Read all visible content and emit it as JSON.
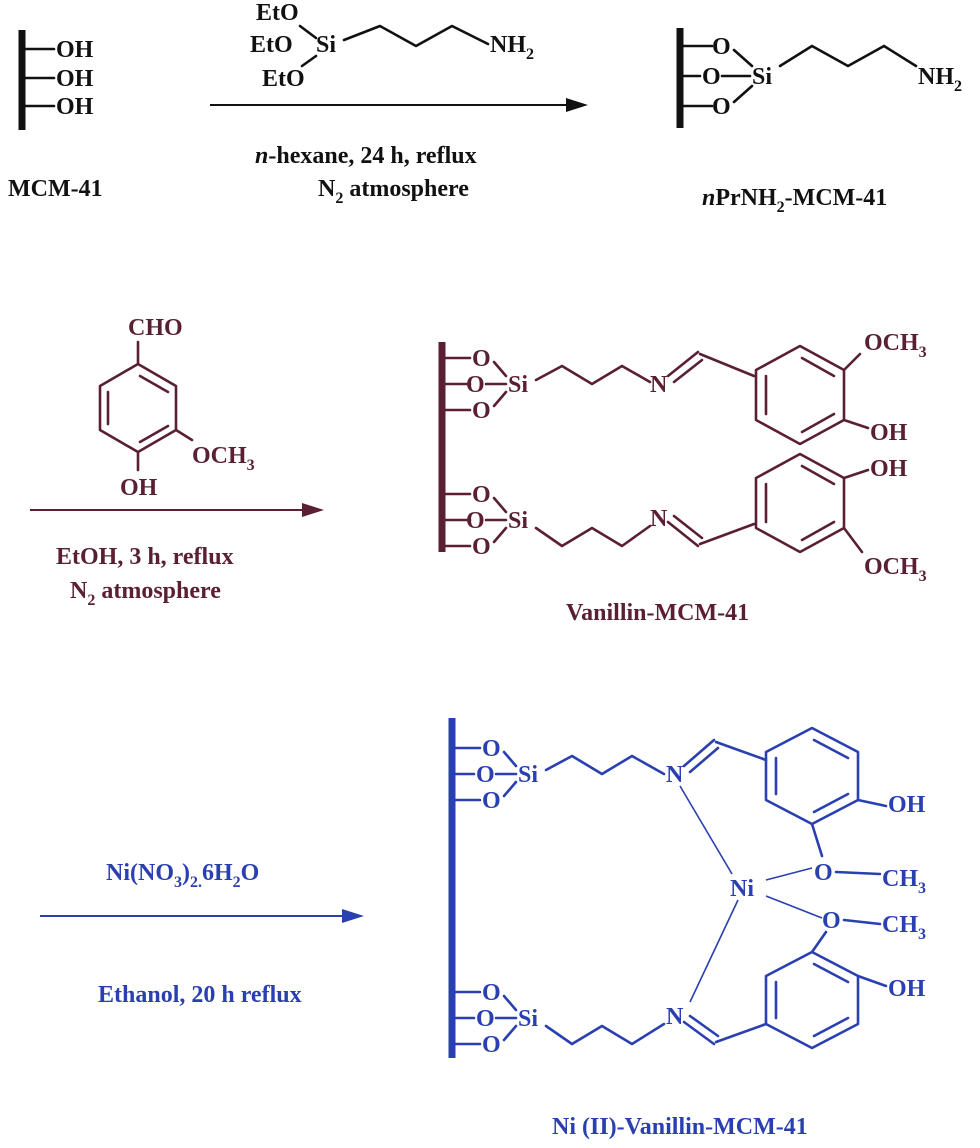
{
  "colors": {
    "step1": "#111111",
    "step2": "#5a1f33",
    "step3": "#2a3fb0"
  },
  "step1": {
    "reactant": {
      "oh": "OH",
      "name": "MCM-41"
    },
    "reagent": {
      "eto": "EtO",
      "si": "Si",
      "nh2": "NH",
      "nh2_sub": "2"
    },
    "conditions": {
      "solvent_prefix": "n",
      "line1_rest": "-hexane, 24 h, reflux",
      "line2_n": "N",
      "line2_sub": "2",
      "line2_rest": " atmosphere"
    },
    "product": {
      "o": "O",
      "si": "Si",
      "nh2": "NH",
      "nh2_sub": "2",
      "name_prefix": "n",
      "name_mid": "PrNH",
      "name_sub": "2",
      "name_rest": "-MCM-41"
    }
  },
  "step2": {
    "reagent": {
      "cho": "CHO",
      "och3": "OCH",
      "och3_sub": "3",
      "oh": "OH"
    },
    "conditions": {
      "line1": "EtOH, 3 h, reflux",
      "line2_n": "N",
      "line2_sub": "2",
      "line2_rest": " atmosphere"
    },
    "product": {
      "o": "O",
      "si": "Si",
      "n": "N",
      "och3": "OCH",
      "och3_sub": "3",
      "oh": "OH",
      "name": "Vanillin-MCM-41"
    }
  },
  "step3": {
    "conditions": {
      "reagent_a": "Ni(NO",
      "reagent_sub1": "3",
      "reagent_b": ")",
      "reagent_sub2": "2.",
      "reagent_c": "6H",
      "reagent_sub3": "2",
      "reagent_d": "O",
      "line2": "Ethanol, 20 h reflux"
    },
    "product": {
      "o": "O",
      "si": "Si",
      "n": "N",
      "ni": "Ni",
      "ch3": "CH",
      "ch3_sub": "3",
      "oh": "OH",
      "name": "Ni (II)-Vanillin-MCM-41"
    }
  }
}
